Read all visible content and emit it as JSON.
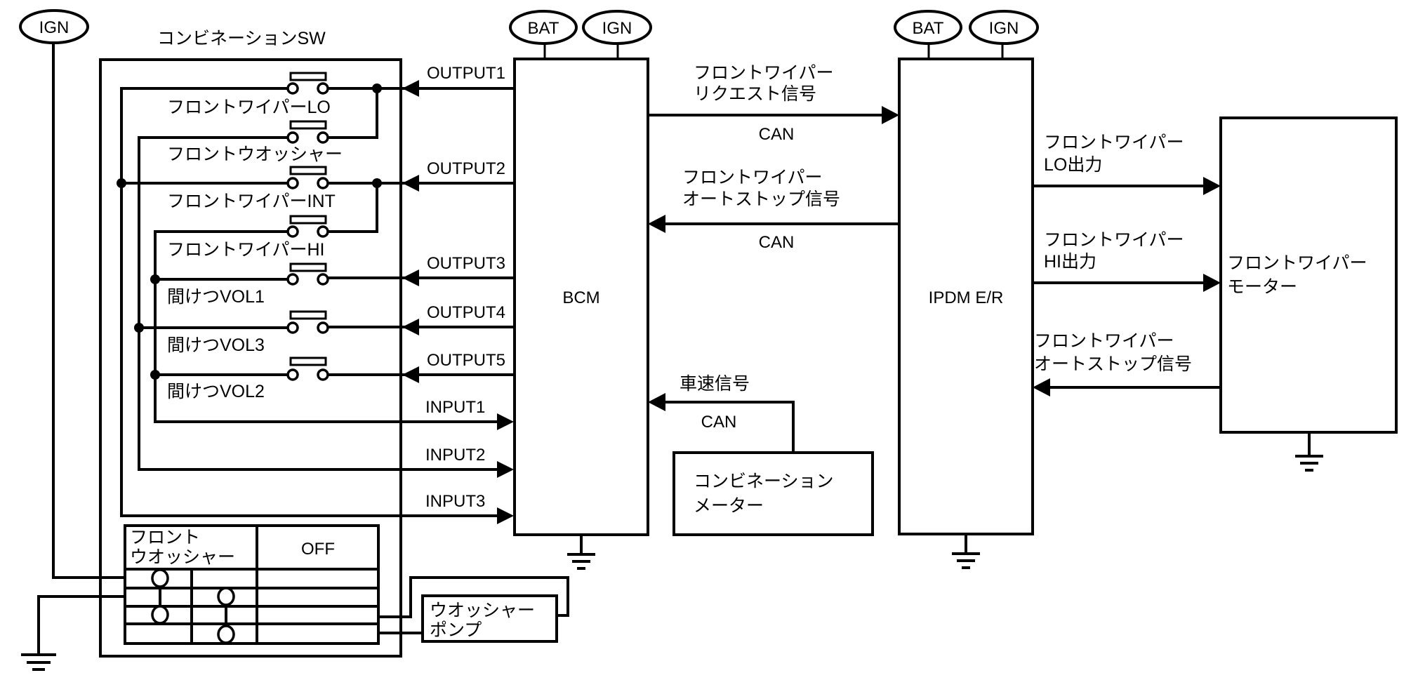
{
  "diagram": {
    "power_sources": {
      "sw_ign": "IGN",
      "bcm_bat": "BAT",
      "bcm_ign": "IGN",
      "ipdm_bat": "BAT",
      "ipdm_ign": "IGN"
    },
    "combination_switch": {
      "title": "コンビネーションSW",
      "switches": [
        {
          "label": "フロントワイパーLO"
        },
        {
          "label": "フロントウオッシャー"
        },
        {
          "label": "フロントワイパーINT"
        },
        {
          "label": "フロントワイパーHI"
        },
        {
          "label": "間けつVOL1"
        },
        {
          "label": "間けつVOL3"
        },
        {
          "label": "間けつVOL2"
        }
      ],
      "outputs": [
        "OUTPUT1",
        "OUTPUT2",
        "OUTPUT3",
        "OUTPUT4",
        "OUTPUT5"
      ],
      "inputs": [
        "INPUT1",
        "INPUT2",
        "INPUT3"
      ],
      "washer_table": {
        "header_left_line1": "フロント",
        "header_left_line2": "ウオッシャー",
        "header_right": "OFF"
      }
    },
    "bcm": {
      "label": "BCM"
    },
    "ipdm": {
      "label": "IPDM E/R"
    },
    "signals": {
      "request": {
        "line1": "フロントワイパー",
        "line2": "リクエスト信号",
        "bus": "CAN"
      },
      "autostop_to_bcm": {
        "line1": "フロントワイパー",
        "line2": "オートストップ信号",
        "bus": "CAN"
      },
      "vehicle_speed": {
        "line1": "車速信号",
        "bus": "CAN"
      },
      "lo_output": {
        "line1": "フロントワイパー",
        "line2": "LO出力"
      },
      "hi_output": {
        "line1": "フロントワイパー",
        "line2": "HI出力"
      },
      "autostop_to_ipdm": {
        "line1": "フロントワイパー",
        "line2": "オートストップ信号"
      }
    },
    "combination_meter": {
      "line1": "コンビネーション",
      "line2": "メーター"
    },
    "wiper_motor": {
      "line1": "フロントワイパー",
      "line2": "モーター"
    },
    "washer_pump": {
      "line1": "ウオッシャー",
      "line2": "ポンプ"
    }
  }
}
